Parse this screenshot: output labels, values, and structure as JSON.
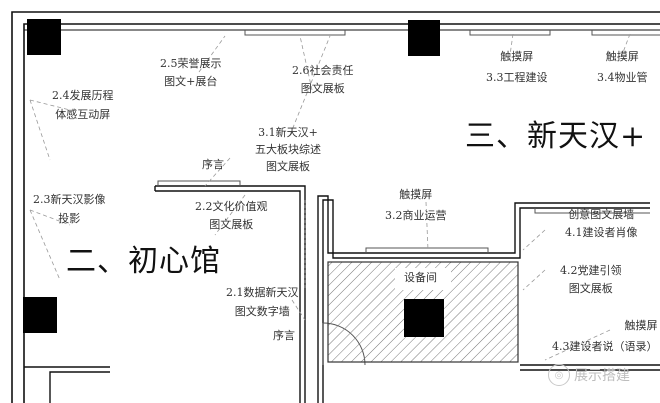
{
  "halls": {
    "chuxin": "二、初心馆",
    "xintianhan": "三、新天汉+"
  },
  "exhibits": {
    "e21": [
      "2.1数据新天汉",
      "图文数字墙"
    ],
    "e22": [
      "2.2文化价值观",
      "图文展板"
    ],
    "e23": [
      "2.3新天汉影像",
      "投影"
    ],
    "e24": [
      "2.4发展历程",
      "体感互动屏"
    ],
    "e25": [
      "2.5荣誉展示",
      "图文+展台"
    ],
    "e26": [
      "2.6社会责任",
      "图文展板"
    ],
    "e31": [
      "3.1新天汉+",
      "五大板块综述",
      "图文展板"
    ],
    "e32": [
      "触摸屏",
      "3.2商业运营"
    ],
    "e33": [
      "触摸屏",
      "3.3工程建设"
    ],
    "e34": [
      "触摸屏",
      "3.4物业管"
    ],
    "e41": [
      "创意图文展墙",
      "4.1建设者肖像"
    ],
    "e42": [
      "4.2党建引领",
      "图文展板"
    ],
    "e43": [
      "触摸屏",
      "4.3建设者说（语录）"
    ]
  },
  "labels": {
    "preface_top": "序言",
    "preface_bottom": "序言",
    "equipment_room": "设备间"
  },
  "watermark": {
    "text": "展示搭建"
  },
  "colors": {
    "wall": "#111111",
    "column": "#000000",
    "line": "#555555",
    "hatch": "#777777",
    "dash": "#999999"
  }
}
